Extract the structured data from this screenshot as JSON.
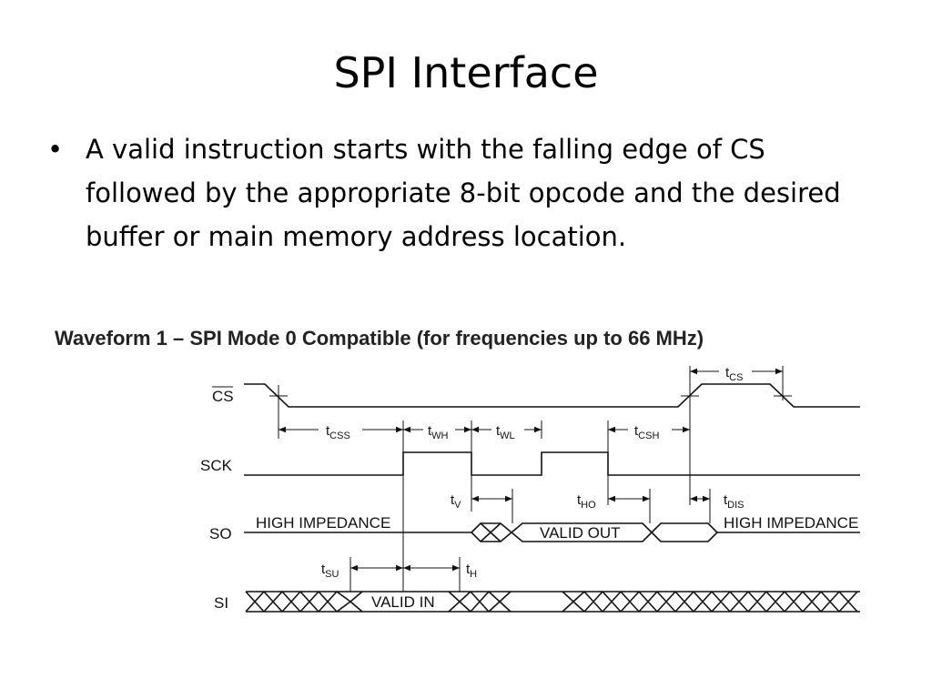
{
  "slide": {
    "title": "SPI Interface",
    "bullets": [
      "A valid instruction starts with the falling edge of CS followed by the appropriate 8-bit opcode and the desired buffer or main memory address location."
    ]
  },
  "figure": {
    "caption": "Waveform 1 – SPI Mode 0 Compatible (for frequencies up to 66 MHz)",
    "signals": {
      "cs": "CS",
      "sck": "SCK",
      "so": "SO",
      "si": "SI"
    },
    "labels": {
      "so_high_impedance_left": "HIGH IMPEDANCE",
      "so_high_impedance_right": "HIGH IMPEDANCE",
      "so_valid_out": "VALID OUT",
      "si_valid_in": "VALID IN"
    },
    "timing": {
      "t_cs": {
        "t": "t",
        "sub": "CS"
      },
      "t_css": {
        "t": "t",
        "sub": "CSS"
      },
      "t_wh": {
        "t": "t",
        "sub": "WH"
      },
      "t_wl": {
        "t": "t",
        "sub": "WL"
      },
      "t_csh": {
        "t": "t",
        "sub": "CSH"
      },
      "t_v": {
        "t": "t",
        "sub": "V"
      },
      "t_ho": {
        "t": "t",
        "sub": "HO"
      },
      "t_dis": {
        "t": "t",
        "sub": "DIS"
      },
      "t_su": {
        "t": "t",
        "sub": "SU"
      },
      "t_h": {
        "t": "t",
        "sub": "H"
      }
    }
  }
}
